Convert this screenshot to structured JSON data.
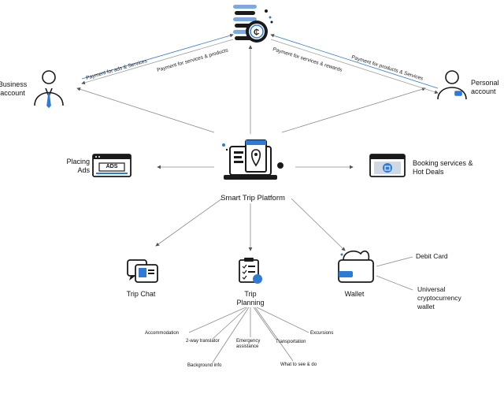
{
  "center": {
    "label": "Smart Trip Platform"
  },
  "top": {
    "icon": "crypto-coin-stack-icon"
  },
  "left_account": {
    "label": "Business account"
  },
  "right_account": {
    "label": "Personal account"
  },
  "flows": {
    "ads_services": "Payment for ads & Services",
    "services_products_left": "Payment for services & products",
    "services_rewards": "Payment for services & rewards",
    "products_services_right": "Payment for products & Services"
  },
  "placing_ads": {
    "label": "Placing Ads",
    "badge": "ADS"
  },
  "booking": {
    "label": "Booking services & Hot Deals"
  },
  "trip_chat": {
    "label": "Trip Chat"
  },
  "trip_planning": {
    "label": "Trip Planning",
    "sub": [
      "Accommodation",
      "2-way translator",
      "Background info",
      "Emergency assistance",
      "Transportation",
      "What to see & do",
      "Excursions"
    ]
  },
  "wallet": {
    "label": "Wallet",
    "sub": [
      "Debit Card",
      "Universal cryptocurrency wallet"
    ]
  },
  "colors": {
    "accent": "#2e7bd6",
    "line": "#8c8c8c",
    "icon": "#1a1a1a"
  }
}
